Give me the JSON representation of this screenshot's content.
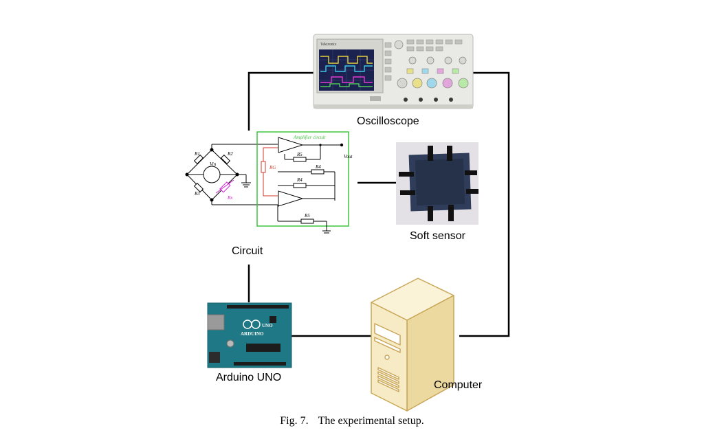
{
  "labels": {
    "oscilloscope": "Oscilloscope",
    "circuit": "Circuit",
    "soft_sensor": "Soft sensor",
    "arduino": "Arduino UNO",
    "computer": "Computer"
  },
  "caption": {
    "number": "Fig. 7.",
    "text": "The experimental setup."
  },
  "circuit": {
    "amplifier_title": "Amplifier circuit",
    "r1": "R1",
    "r2": "R2",
    "r3": "R3",
    "rx": "Rx",
    "r4": "R4",
    "r5": "R5",
    "rg": "RG",
    "vin": "Vin",
    "vout": "Vout"
  },
  "oscilloscope_brand": "Tektronix",
  "arduino_brand": "ARDUINO",
  "arduino_model": "UNO",
  "colors": {
    "amplifier_box": "#3ec43e",
    "rx_highlight": "#d61fd6",
    "rg_wire": "#d23a2a",
    "pcb": "#1d7784",
    "computer_case": "#f6ebc4",
    "computer_outline": "#c9a658"
  }
}
